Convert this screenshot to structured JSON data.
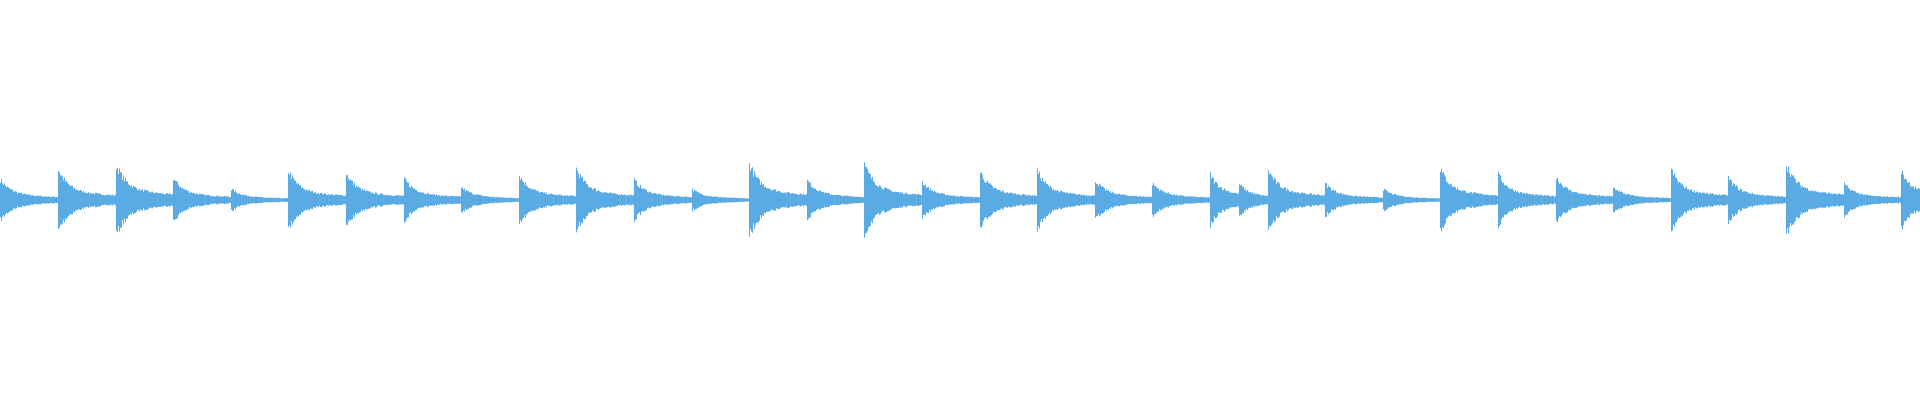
{
  "waveform": {
    "color": "#5aabe3",
    "background": "#ffffff",
    "duration_beats": 34,
    "onsets": [
      {
        "t": 0.0,
        "amp": 0.55,
        "decay": 0.85
      },
      {
        "t": 0.03,
        "amp": 0.85,
        "decay": 0.8
      },
      {
        "t": 0.06,
        "amp": 1.0,
        "decay": 0.85
      },
      {
        "t": 0.09,
        "amp": 0.6,
        "decay": 0.8
      },
      {
        "t": 0.12,
        "amp": 0.3,
        "decay": 0.9
      },
      {
        "t": 0.15,
        "amp": 0.8,
        "decay": 0.8
      },
      {
        "t": 0.18,
        "amp": 0.75,
        "decay": 0.8
      },
      {
        "t": 0.21,
        "amp": 0.6,
        "decay": 0.85
      },
      {
        "t": 0.24,
        "amp": 0.35,
        "decay": 0.9
      },
      {
        "t": 0.27,
        "amp": 0.7,
        "decay": 0.8
      },
      {
        "t": 0.3,
        "amp": 0.85,
        "decay": 0.8
      },
      {
        "t": 0.33,
        "amp": 0.55,
        "decay": 0.85
      },
      {
        "t": 0.36,
        "amp": 0.3,
        "decay": 0.9
      },
      {
        "t": 0.39,
        "amp": 1.0,
        "decay": 0.8
      },
      {
        "t": 0.42,
        "amp": 0.55,
        "decay": 0.85
      },
      {
        "t": 0.45,
        "amp": 0.95,
        "decay": 0.85
      },
      {
        "t": 0.48,
        "amp": 0.5,
        "decay": 0.85
      },
      {
        "t": 0.51,
        "amp": 0.8,
        "decay": 0.8
      },
      {
        "t": 0.54,
        "amp": 0.8,
        "decay": 0.8
      },
      {
        "t": 0.57,
        "amp": 0.55,
        "decay": 0.85
      },
      {
        "t": 0.6,
        "amp": 0.45,
        "decay": 0.9
      },
      {
        "t": 0.63,
        "amp": 0.7,
        "decay": 0.8
      },
      {
        "t": 0.645,
        "amp": 0.45,
        "decay": 0.8
      },
      {
        "t": 0.66,
        "amp": 0.85,
        "decay": 0.85
      },
      {
        "t": 0.69,
        "amp": 0.45,
        "decay": 0.85
      },
      {
        "t": 0.72,
        "amp": 0.3,
        "decay": 0.9
      },
      {
        "t": 0.75,
        "amp": 0.85,
        "decay": 0.8
      },
      {
        "t": 0.78,
        "amp": 0.7,
        "decay": 0.8
      },
      {
        "t": 0.81,
        "amp": 0.65,
        "decay": 0.8
      },
      {
        "t": 0.84,
        "amp": 0.35,
        "decay": 0.9
      },
      {
        "t": 0.87,
        "amp": 0.85,
        "decay": 0.8
      },
      {
        "t": 0.9,
        "amp": 0.6,
        "decay": 0.85
      },
      {
        "t": 0.93,
        "amp": 1.0,
        "decay": 0.8
      },
      {
        "t": 0.96,
        "amp": 0.45,
        "decay": 0.85
      },
      {
        "t": 0.99,
        "amp": 0.8,
        "decay": 0.8
      }
    ]
  }
}
